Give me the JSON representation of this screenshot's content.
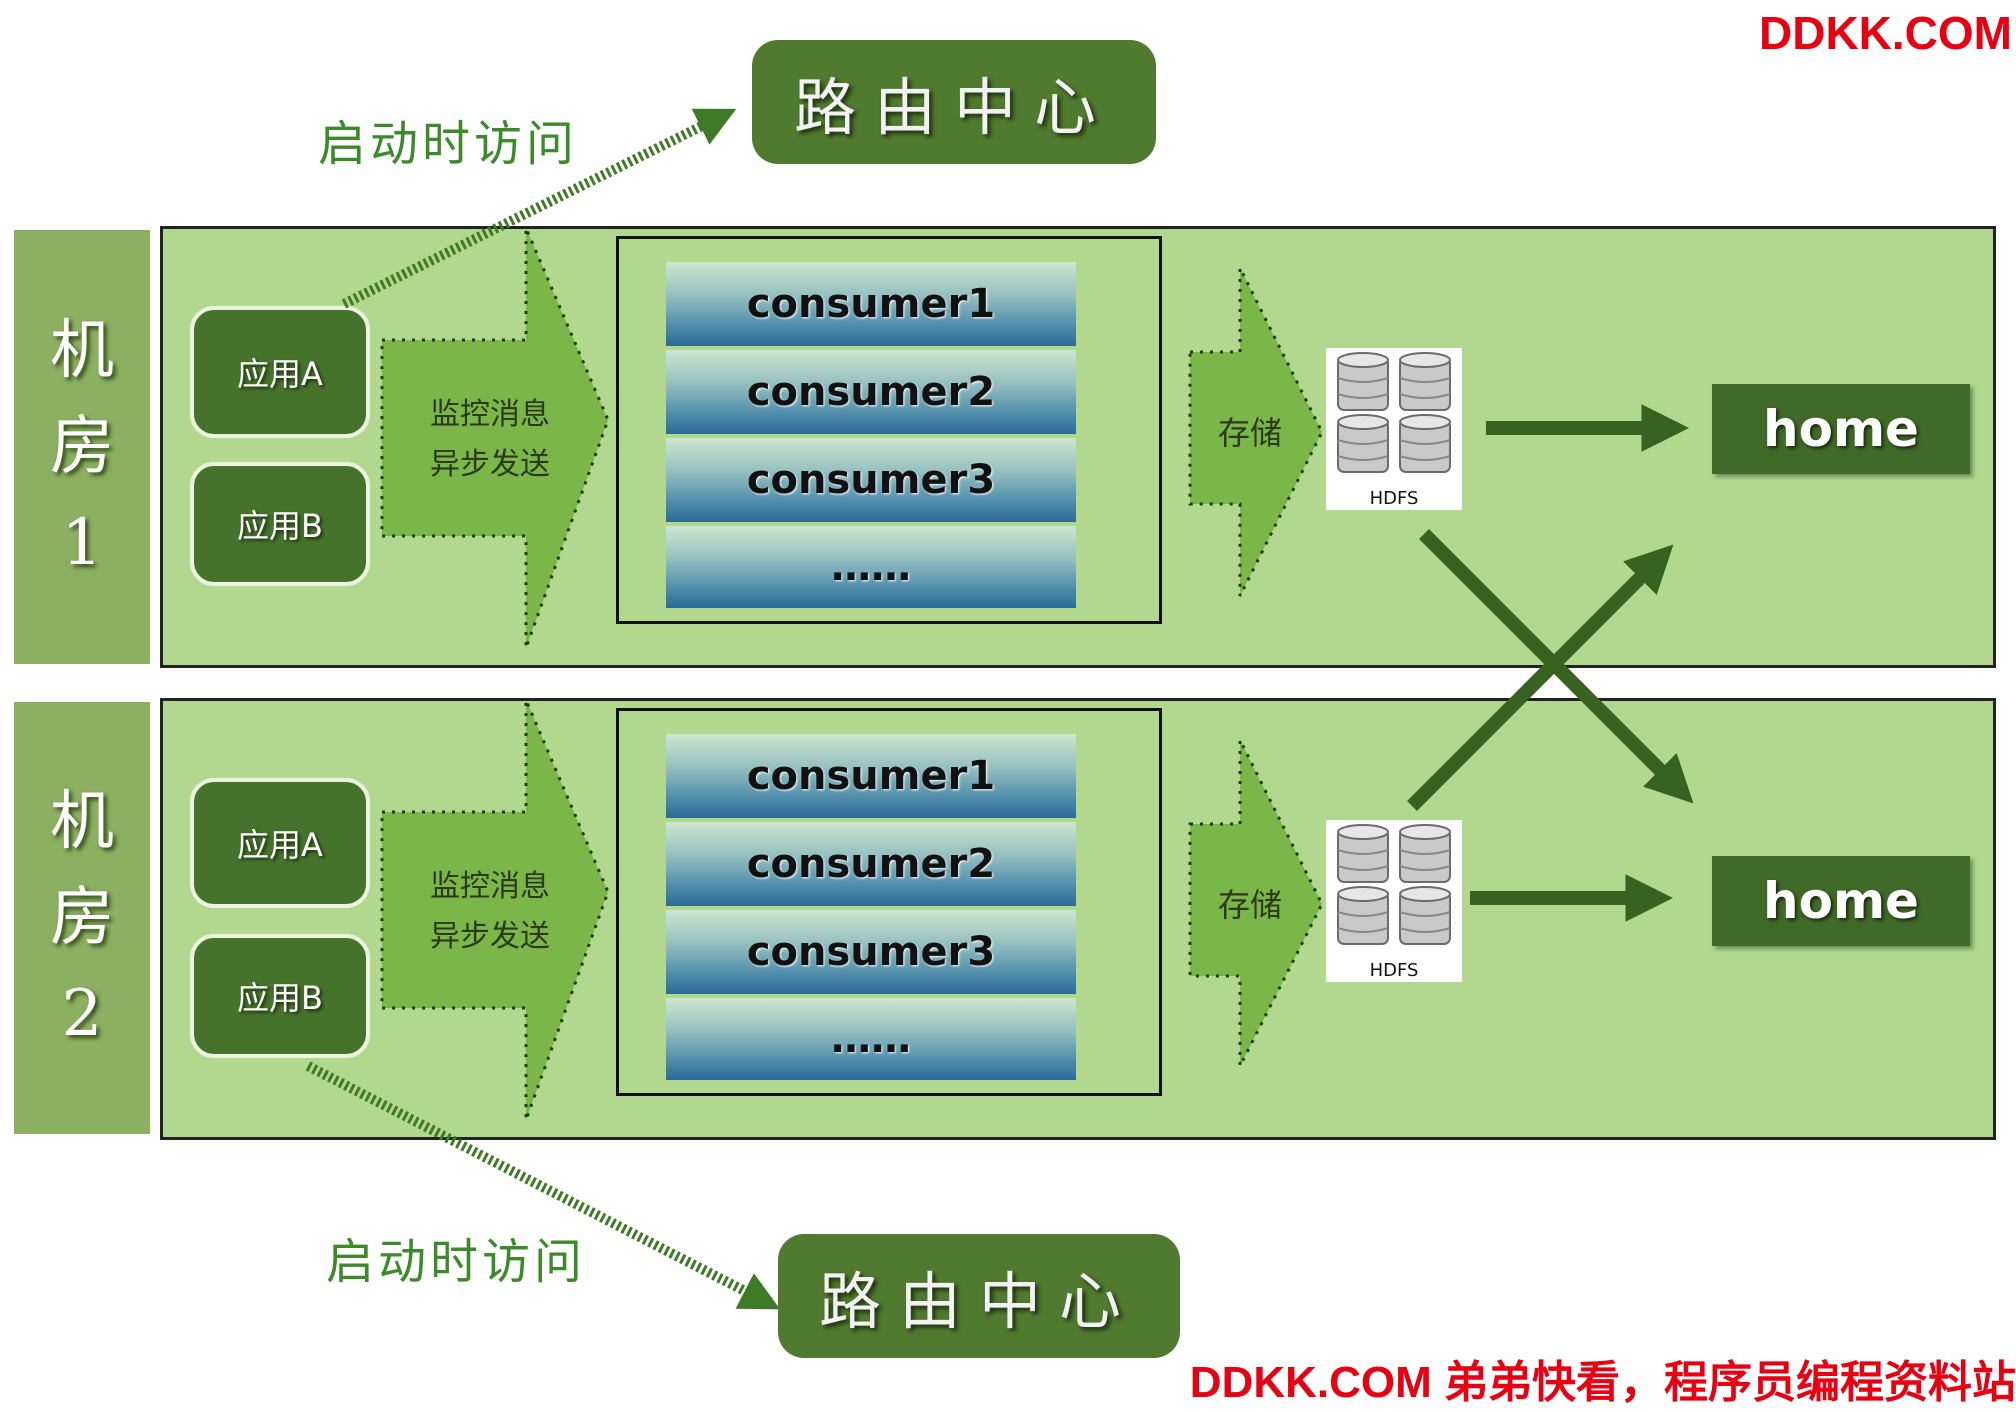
{
  "watermark": {
    "top": "DDKK.COM",
    "bottom": "DDKK.COM 弟弟快看，程序员编程资料站"
  },
  "router_center": "路由中心",
  "startup_access": "启动时访问",
  "rooms": [
    {
      "label_chars": [
        "机",
        "房",
        "1"
      ],
      "apps": [
        "应用A",
        "应用B"
      ],
      "monitor_lines": [
        "监控消息",
        "异步发送"
      ],
      "consumers": [
        "consumer1",
        "consumer2",
        "consumer3",
        "……"
      ],
      "storage": "存储",
      "hdfs_label": "HDFS",
      "home": "home"
    },
    {
      "label_chars": [
        "机",
        "房",
        "2"
      ],
      "apps": [
        "应用A",
        "应用B"
      ],
      "monitor_lines": [
        "监控消息",
        "异步发送"
      ],
      "consumers": [
        "consumer1",
        "consumer2",
        "consumer3",
        "……"
      ],
      "storage": "存储",
      "hdfs_label": "HDFS",
      "home": "home"
    }
  ],
  "colors": {
    "router_bg": "#507a2f",
    "room_bg": "#b2d88f",
    "room_tab": "#8caf62",
    "app_bg": "#46732c",
    "arrow_dark": "#37621f",
    "big_arrow": "#7ab648",
    "startup_text": "#3d8a2b",
    "watermark": "#e60012"
  }
}
